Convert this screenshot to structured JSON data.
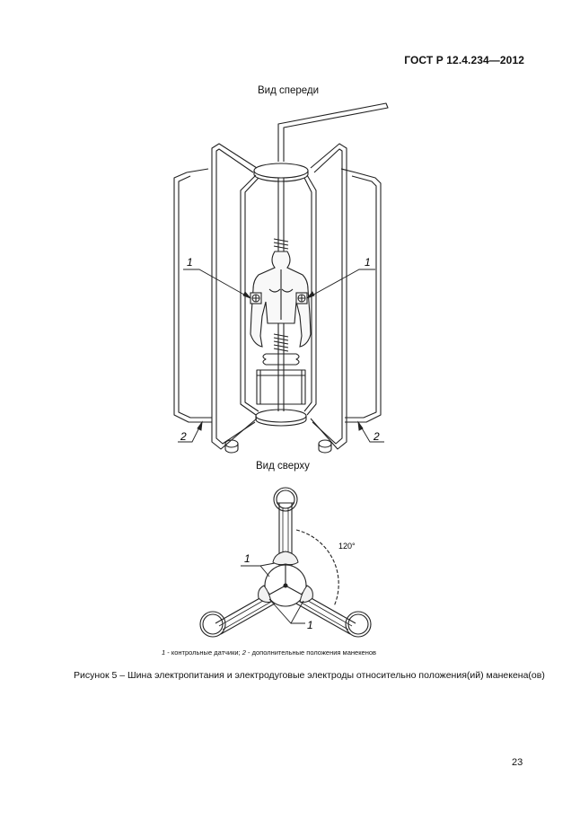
{
  "header": {
    "standard": "ГОСТ Р 12.4.234—2012"
  },
  "figure": {
    "front_view_title": "Вид спереди",
    "top_view_title": "Вид сверху",
    "callouts": {
      "sensor": "1",
      "alt_position": "2"
    },
    "angle_label": "120°",
    "legend": {
      "item1_num": "1",
      "item1_text": " - контрольные датчики; ",
      "item2_num": "2",
      "item2_text": " - дополнительные положения манекенов"
    },
    "caption": "Рисунок 5 – Шина электропитания и электродуговые электроды относительно положения(ий) манекена(ов)"
  },
  "footer": {
    "page_number": "23"
  }
}
